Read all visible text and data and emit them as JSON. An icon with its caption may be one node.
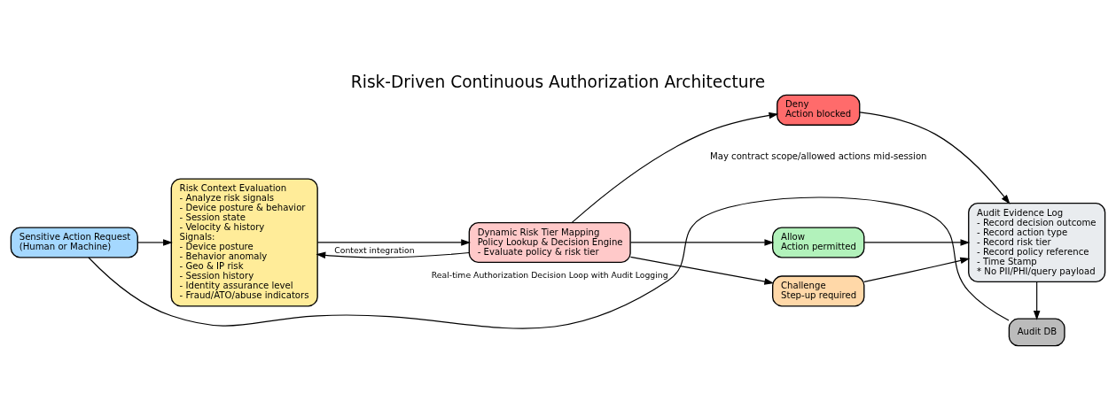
{
  "diagram": {
    "title": "Risk-Driven Continuous Authorization Architecture",
    "nodes": [
      {
        "text": [
          "Sensitive Action Request",
          "(Human or Machine)"
        ]
      },
      {
        "text": [
          "Risk Context Evaluation",
          "- Analyze risk signals",
          "- Device posture & behavior",
          "- Session state",
          "- Velocity & history",
          "Signals:",
          "- Device posture",
          "- Behavior anomaly",
          "- Geo & IP risk",
          "- Session history",
          "- Identity assurance level",
          "- Fraud/ATO/abuse indicators"
        ]
      },
      {
        "text": [
          "Dynamic Risk Tier Mapping",
          "Policy Lookup & Decision Engine",
          "- Evaluate policy & risk tier"
        ]
      },
      {
        "text": [
          "Allow",
          "Action permitted"
        ]
      },
      {
        "text": [
          "Challenge",
          "Step-up required"
        ]
      },
      {
        "text": [
          "Deny",
          "Action blocked"
        ]
      },
      {
        "text": [
          "Audit Evidence Log",
          "- Record decision outcome",
          "- Record action type",
          "- Record risk tier",
          "- Record policy reference",
          "- Time Stamp",
          "* No PII/PHI/query payload"
        ]
      },
      {
        "text": [
          "Audit DB"
        ]
      }
    ],
    "edges": [
      {
        "from": 0,
        "to": 1,
        "arrow": "to"
      },
      {
        "from": 1,
        "to": 2,
        "arrow": "to"
      },
      {
        "from": 2,
        "to": 1,
        "arrow": "to",
        "label": "Context integration"
      },
      {
        "from": 2,
        "to": 3,
        "arrow": "to"
      },
      {
        "from": 2,
        "to": 4,
        "arrow": "to"
      },
      {
        "from": 2,
        "to": 5,
        "arrow": "to"
      },
      {
        "from": 3,
        "to": 6,
        "arrow": "to"
      },
      {
        "from": 4,
        "to": 6,
        "arrow": "to"
      },
      {
        "from": 5,
        "to": 6,
        "arrow": "to"
      },
      {
        "from": 6,
        "to": 7,
        "arrow": "to"
      },
      {
        "from": 0,
        "to": 7,
        "arrow": "none",
        "label": "Real-time Authorization Decision Loop with Audit Logging"
      }
    ],
    "labels": [
      "May contract scope/allowed actions mid-session"
    ]
  }
}
